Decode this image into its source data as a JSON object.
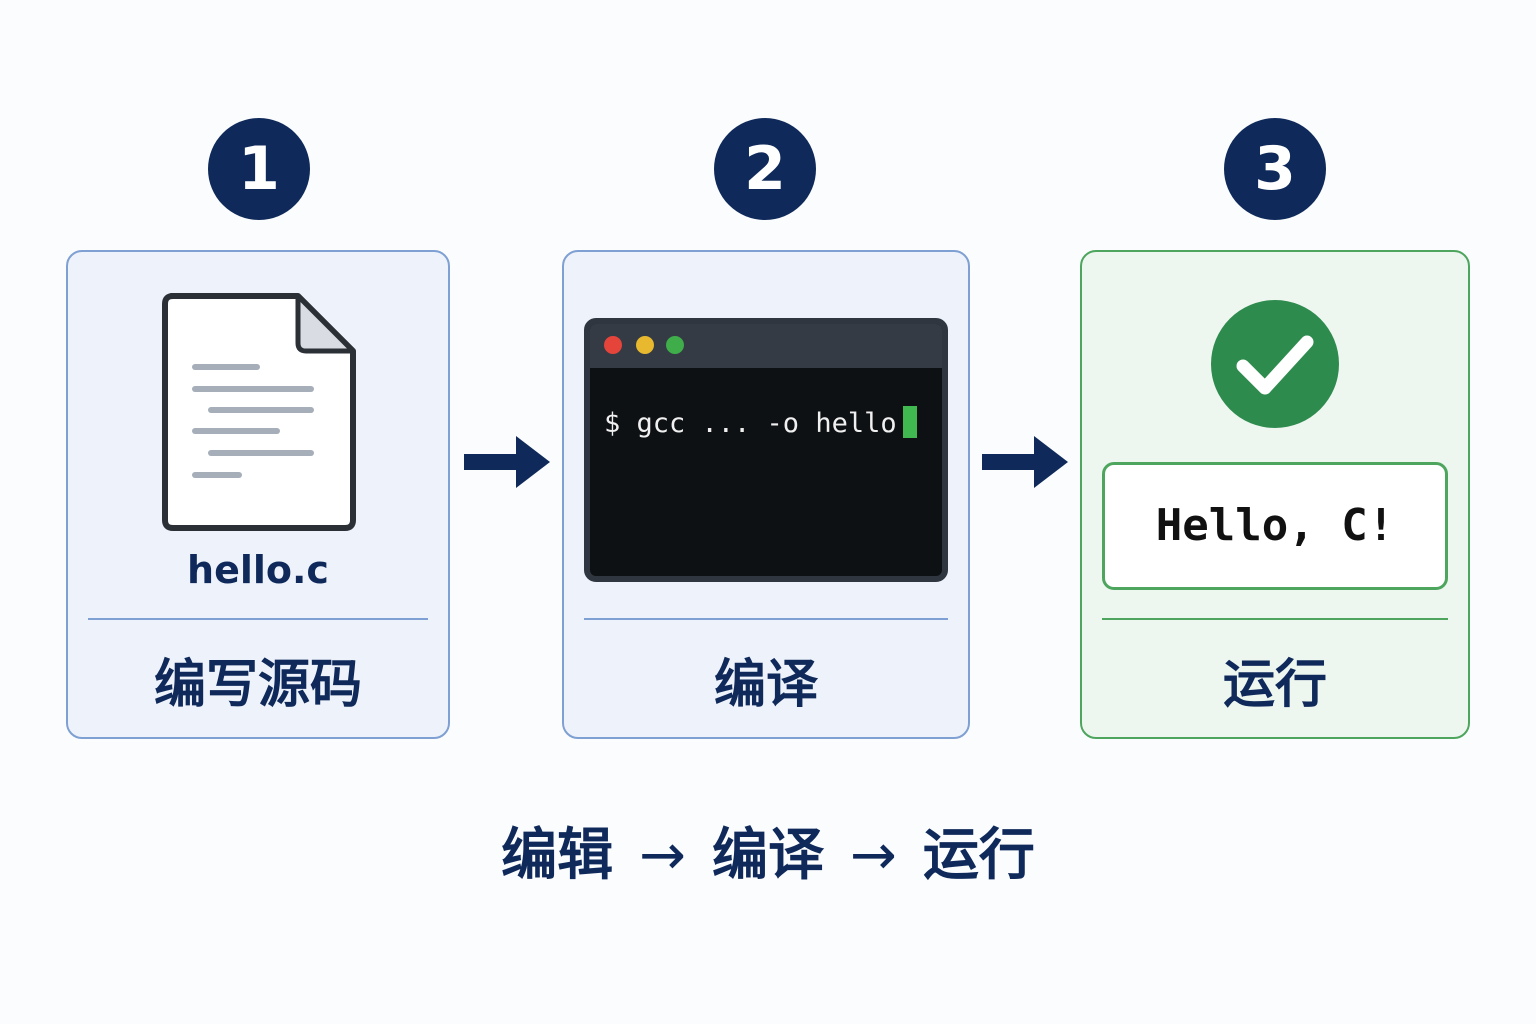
{
  "steps": [
    {
      "number": "1",
      "label": "编写源码",
      "file_name": "hello.c",
      "icon": "document-icon"
    },
    {
      "number": "2",
      "label": "编译",
      "command": "$ gcc ... -o hello",
      "icon": "terminal-icon"
    },
    {
      "number": "3",
      "label": "运行",
      "output": "Hello, C!",
      "icon": "checkmark-icon"
    }
  ],
  "flow": {
    "items": [
      "编辑",
      "编译",
      "运行"
    ],
    "separator": "→"
  },
  "colors": {
    "navy": "#0f2a5a",
    "blue_border": "#7fa0d2",
    "green_border": "#4ea65e",
    "success_green": "#2e8b4e",
    "cursor_green": "#3fb950"
  }
}
